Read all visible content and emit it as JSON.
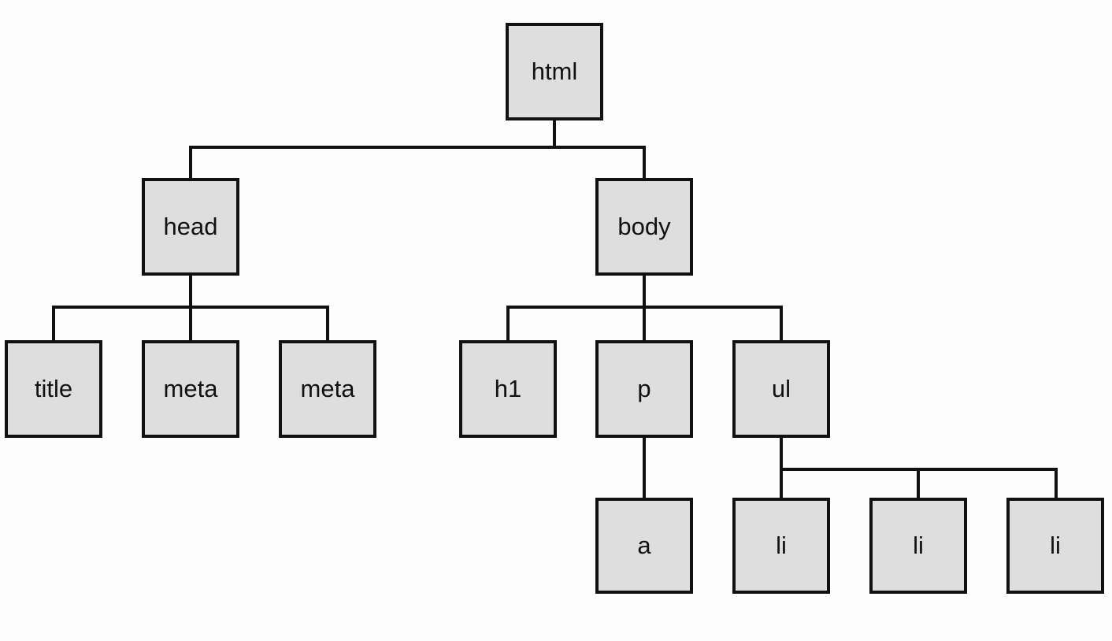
{
  "tree": {
    "root": "html",
    "head": "head",
    "body": "body",
    "head_children": [
      "title",
      "meta",
      "meta"
    ],
    "body_children": [
      "h1",
      "p",
      "ul"
    ],
    "p_children": [
      "a"
    ],
    "ul_children": [
      "li",
      "li",
      "li"
    ]
  },
  "colors": {
    "node_fill": "#dedede",
    "node_border": "#111111",
    "connector": "#111111",
    "background": "#fdfdfd"
  }
}
